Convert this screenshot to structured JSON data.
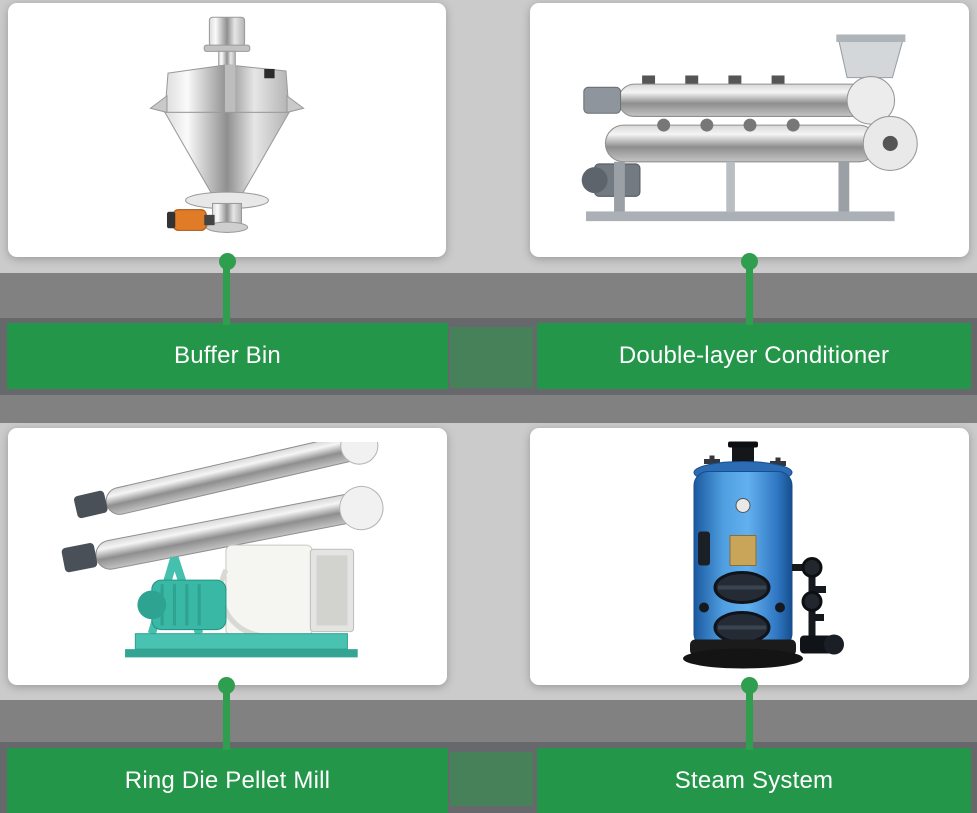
{
  "diagram": {
    "name": "feed-pellet-production-line",
    "items": [
      {
        "label": "Buffer Bin",
        "image": "buffer-bin"
      },
      {
        "label": "Double-layer Conditioner",
        "image": "double-layer-conditioner"
      },
      {
        "label": "Ring Die Pellet Mill",
        "image": "ring-die-pellet-mill"
      },
      {
        "label": "Steam System",
        "image": "steam-system"
      }
    ]
  },
  "colors": {
    "page_bg": "#cbcbcb",
    "band_gray": "#818181",
    "band_dark": "#66686b",
    "bar_green": "#24964a",
    "mid_green": "#47815a",
    "connector_green": "#2f9e4e",
    "card_bg": "#ffffff",
    "label_text": "#ffffff",
    "boiler_blue": "#2e7fd0",
    "machine_teal": "#45c0ae",
    "motor_orange": "#e07b28"
  }
}
